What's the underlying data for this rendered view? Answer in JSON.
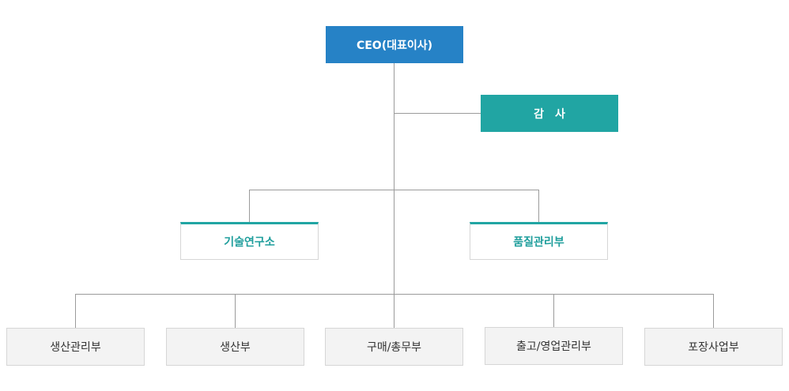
{
  "org_chart": {
    "colors": {
      "ceo": "#2682c6",
      "audit": "#21a5a3",
      "accent_text": "#1f9e9c",
      "connector": "#9b9b9b",
      "dept_fill": "#f3f3f3"
    },
    "ceo": {
      "label": "CEO(대표이사)"
    },
    "audit": {
      "label": "감사"
    },
    "labs": [
      {
        "label": "기술연구소"
      },
      {
        "label": "품질관리부"
      }
    ],
    "departments": [
      {
        "label": "생산관리부"
      },
      {
        "label": "생산부"
      },
      {
        "label": "구매/총무부"
      },
      {
        "label": "출고/영업관리부"
      },
      {
        "label": "포장사업부"
      }
    ]
  }
}
